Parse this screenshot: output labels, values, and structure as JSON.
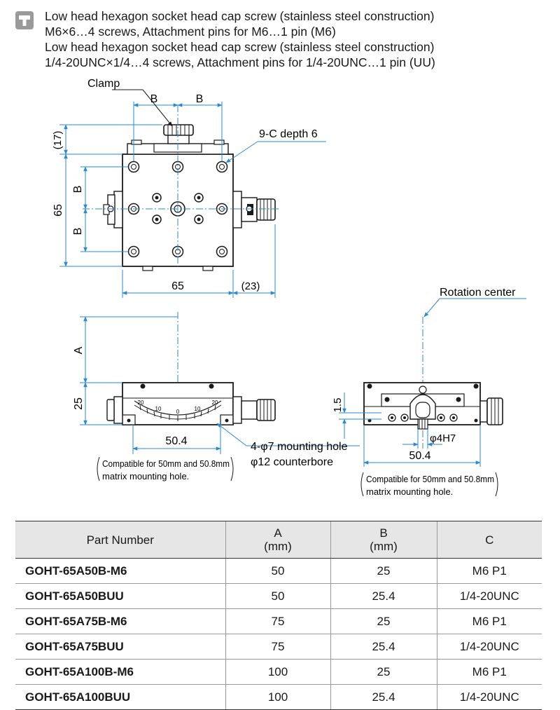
{
  "notes": {
    "icon": "screw-icon",
    "lines": [
      "Low head hexagon socket head cap screw (stainless steel construction)",
      "M6×6…4 screws, Attachment pins for M6…1 pin (M6)",
      "Low head hexagon socket head cap screw (stainless steel construction)",
      "1/4-20UNC×1/4…4 screws, Attachment pins for 1/4-20UNC…1 pin (UU)"
    ]
  },
  "drawing": {
    "top_view": {
      "clamp_label": "Clamp",
      "dim_b_left": "B",
      "dim_b_right": "B",
      "dim_17": "(17)",
      "dim_9c": "9-C depth 6",
      "dim_b_vert_top": "B",
      "dim_b_vert_bottom": "B",
      "dim_65_vert": "65",
      "dim_65_horiz": "65",
      "dim_23": "(23)"
    },
    "front_view": {
      "dim_a": "A",
      "dim_25": "25",
      "dim_504": "50.4",
      "scale_labels": [
        "20",
        "10",
        "0",
        "10",
        "20"
      ],
      "mounting_hole": "4-φ7 mounting hole",
      "counterbore": "φ12 counterbore",
      "compat_line1": "Compatible for 50mm and 50.8mm",
      "compat_line2": "matrix mounting hole."
    },
    "side_view": {
      "rotation_center": "Rotation center",
      "dim_15": "1.5",
      "dim_4h7": "φ4H7",
      "dim_504": "50.4",
      "compat_line1": "Compatible for 50mm and 50.8mm",
      "compat_line2": "matrix mounting hole."
    }
  },
  "table": {
    "headers": {
      "part": "Part Number",
      "a": "A",
      "a_unit": "(mm)",
      "b": "B",
      "b_unit": "(mm)",
      "c": "C"
    },
    "rows": [
      {
        "part": "GOHT-65A50B-M6",
        "a": "50",
        "b": "25",
        "c": "M6 P1"
      },
      {
        "part": "GOHT-65A50BUU",
        "a": "50",
        "b": "25.4",
        "c": "1/4-20UNC"
      },
      {
        "part": "GOHT-65A75B-M6",
        "a": "75",
        "b": "25",
        "c": "M6 P1"
      },
      {
        "part": "GOHT-65A75BUU",
        "a": "75",
        "b": "25.4",
        "c": "1/4-20UNC"
      },
      {
        "part": "GOHT-65A100B-M6",
        "a": "100",
        "b": "25",
        "c": "M6 P1"
      },
      {
        "part": "GOHT-65A100BUU",
        "a": "100",
        "b": "25.4",
        "c": "1/4-20UNC"
      }
    ]
  },
  "colors": {
    "dimension": "#2a8ad4",
    "outline": "#1a1a1a",
    "header_bg": "#e6e6e6",
    "icon_bg": "#9a9a9a"
  }
}
